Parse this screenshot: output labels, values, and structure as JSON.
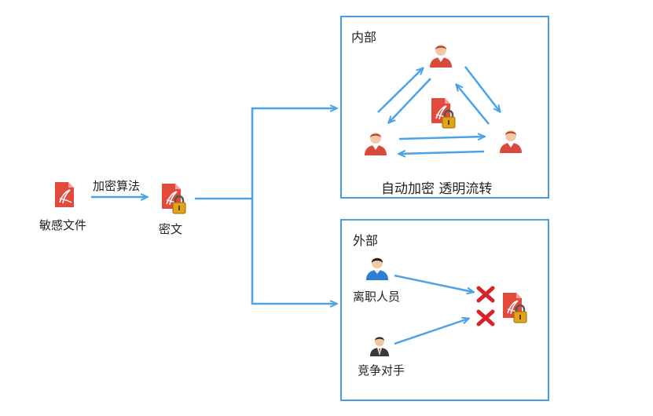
{
  "source": {
    "label": "敏感文件"
  },
  "algorithm_label": "加密算法",
  "cipher": {
    "label": "密文"
  },
  "internal": {
    "title": "内部",
    "caption": "自动加密 透明流转"
  },
  "external": {
    "title": "外部",
    "people": [
      {
        "label": "离职人员"
      },
      {
        "label": "竞争对手"
      }
    ]
  },
  "colors": {
    "arrow": "#4aa3e8",
    "box_border": "#4a9de3",
    "doc_red": "#e24a3b",
    "lock_gold": "#e0a418",
    "person_red": "#d84a3c",
    "deny_red": "#d8232a"
  }
}
